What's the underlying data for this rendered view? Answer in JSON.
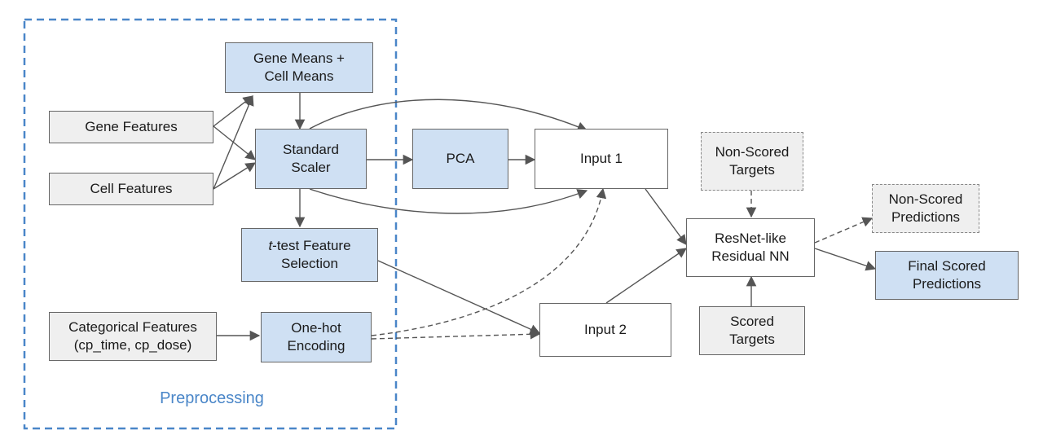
{
  "region": {
    "label": "Preprocessing",
    "color": "#4a86c8"
  },
  "nodes": {
    "gene_means": "Gene Means +\nCell Means",
    "gene_features": "Gene Features",
    "cell_features": "Cell Features",
    "standard_scaler": "Standard\nScaler",
    "pca": "PCA",
    "input1": "Input 1",
    "ttest_prefix": "t",
    "ttest_rest": "-test Feature\nSelection",
    "categorical": "Categorical Features\n(cp_time, cp_dose)",
    "onehot": "One-hot\nEncoding",
    "input2": "Input 2",
    "nonscored_targets": "Non-Scored\nTargets",
    "resnet": "ResNet-like\nResidual NN",
    "nonscored_predictions": "Non-Scored\nPredictions",
    "final_scored": "Final Scored\nPredictions",
    "scored_targets": "Scored\nTargets"
  },
  "colors": {
    "process_fill": "#cfe0f3",
    "input_fill": "#efefef",
    "edge": "#555555"
  }
}
